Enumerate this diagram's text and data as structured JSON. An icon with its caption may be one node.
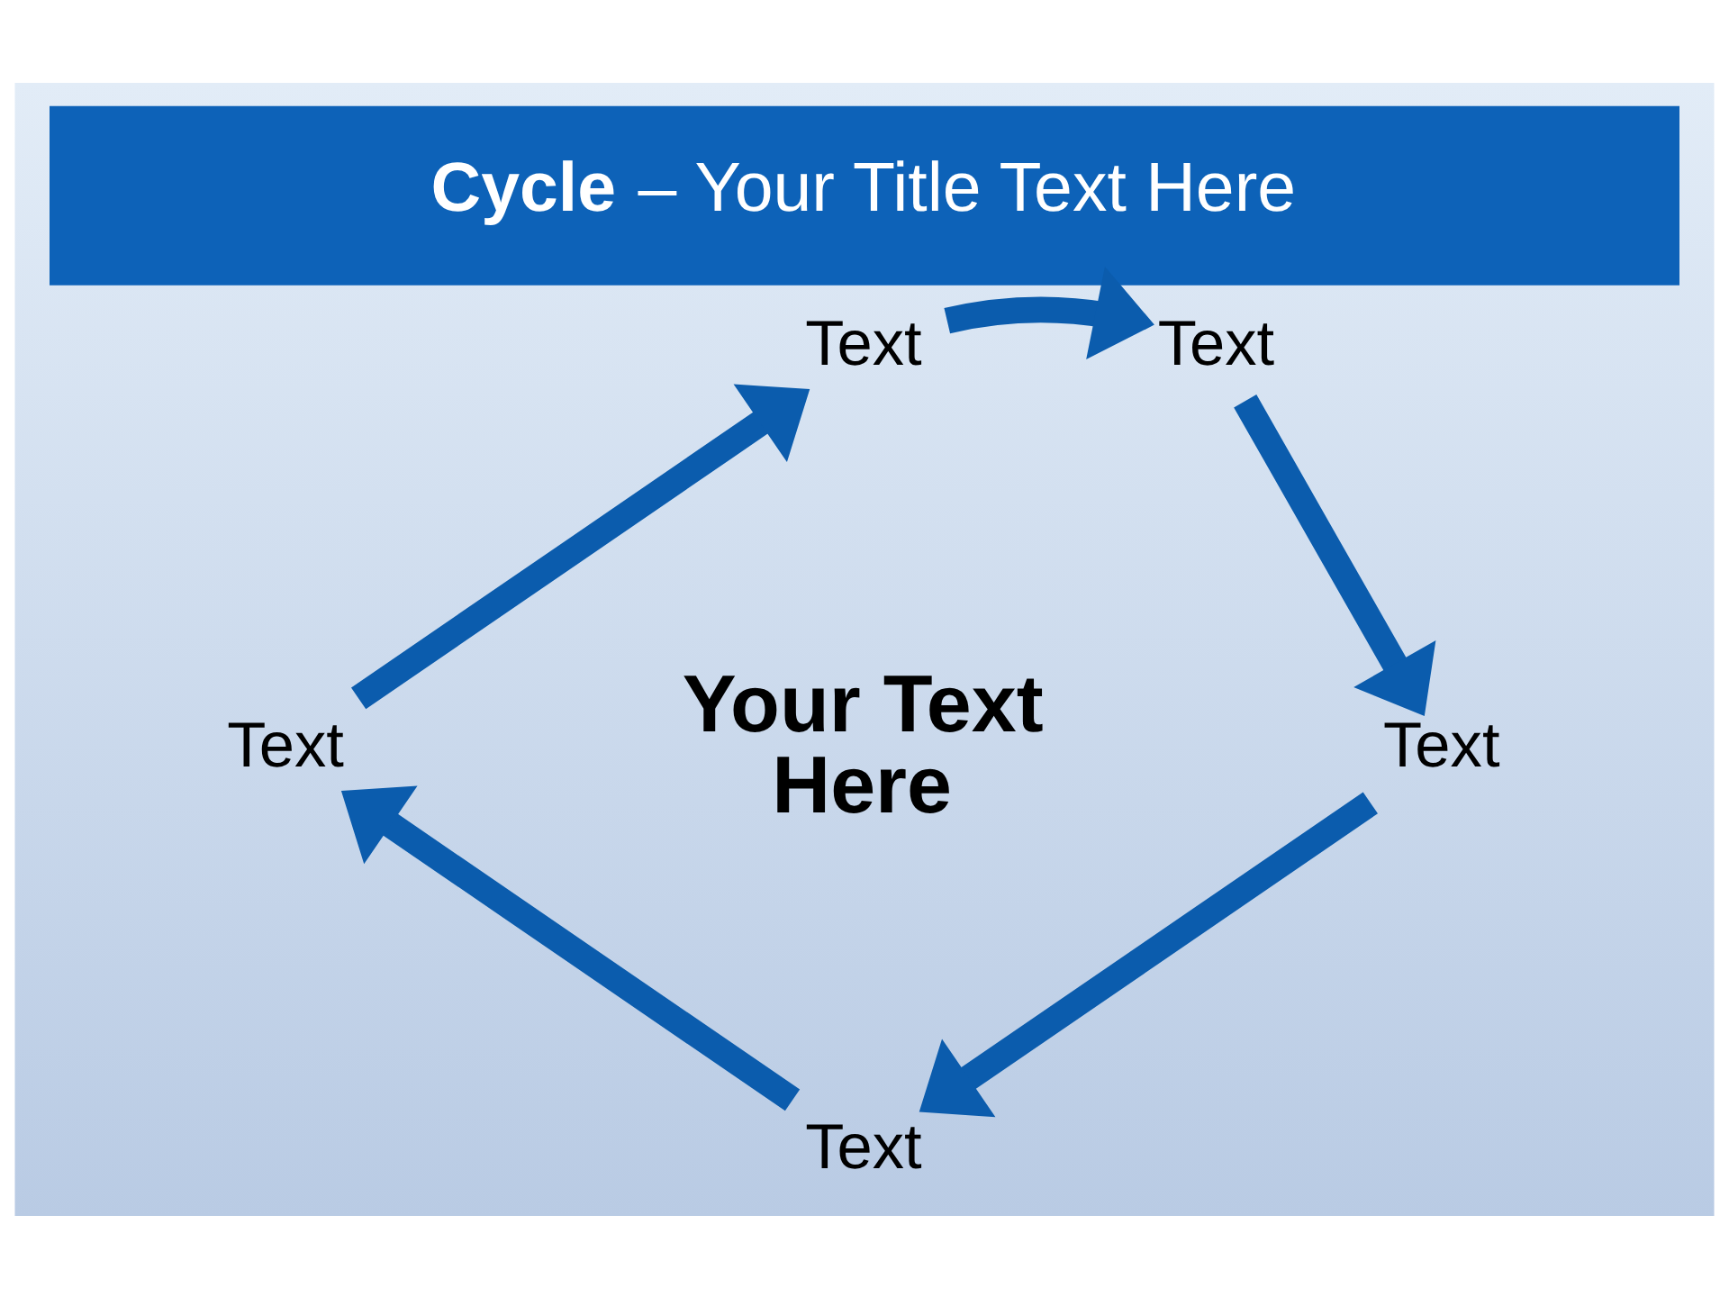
{
  "diagram": {
    "title": "**Cycle** – Your Title Text Here",
    "nodes": [
      {
        "text": [
          "Text"
        ]
      },
      {
        "text": [
          "Text"
        ]
      },
      {
        "text": [
          "Text"
        ]
      },
      {
        "text": [
          "Text"
        ]
      },
      {
        "text": [
          "Text"
        ]
      }
    ],
    "edges": [
      {
        "from": 0,
        "to": 1,
        "arrow": "to"
      },
      {
        "from": 1,
        "to": 3,
        "arrow": "to"
      },
      {
        "from": 3,
        "to": 4,
        "arrow": "to"
      },
      {
        "from": 4,
        "to": 2,
        "arrow": "to"
      },
      {
        "from": 2,
        "to": 0,
        "arrow": "to"
      }
    ],
    "labels": [
      "Your Text Here"
    ]
  }
}
